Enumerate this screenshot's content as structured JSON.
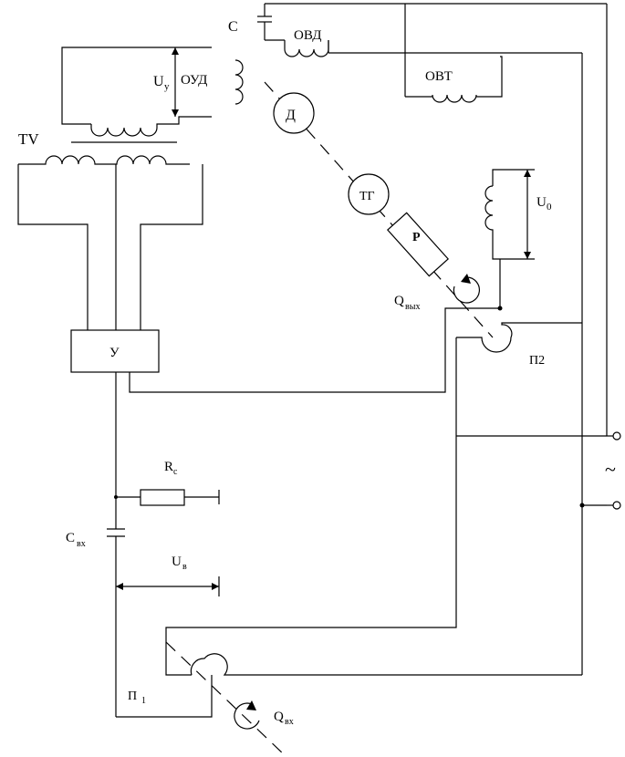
{
  "labels": {
    "capacitor_c": "C",
    "ovd": "ОВД",
    "ovt": "ОВТ",
    "uy_main": "U",
    "uy_sub": "у",
    "oud": "ОУД",
    "tv": "TV",
    "motor": "Д",
    "tacho": "ТГ",
    "reducer": "Р",
    "u0_main": "U",
    "u0_sub": "0",
    "qout_main": "Q",
    "qout_sub": "вых",
    "amplifier": "У",
    "p2": "П2",
    "rc_main": "R",
    "rc_sub": "с",
    "cin_main": "C",
    "cin_sub": "вх",
    "ub_main": "U",
    "ub_sub": "в",
    "p1_main": "П",
    "p1_sub": "1",
    "qin_main": "Q",
    "qin_sub": "вх",
    "ac_symbol": "~"
  }
}
